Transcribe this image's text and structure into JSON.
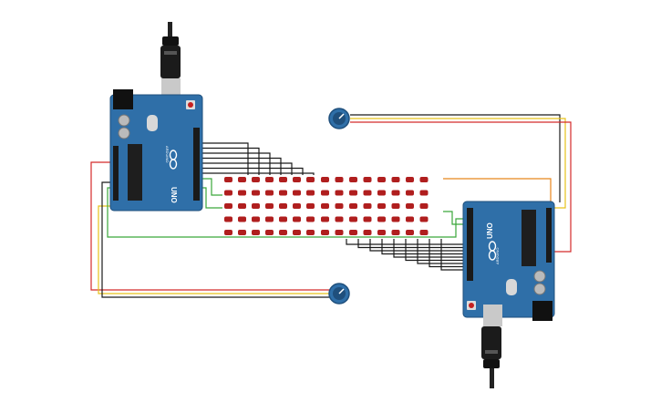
{
  "board_label": "UNO",
  "brand_label": "ARDUINO",
  "led_matrix": {
    "left_block": {
      "rows": 5,
      "cols": 7
    },
    "right_block": {
      "rows": 5,
      "cols": 8
    }
  },
  "colors": {
    "board": "#2f6fa8",
    "board_dark": "#1f4f7c",
    "led": "#b01e1e",
    "wire_black": "#1a1a1a",
    "wire_red": "#d42a2a",
    "wire_yellow": "#e6c21a",
    "wire_green": "#3aa63a",
    "wire_orange": "#e8861c",
    "pot": "#2f6fa8"
  }
}
